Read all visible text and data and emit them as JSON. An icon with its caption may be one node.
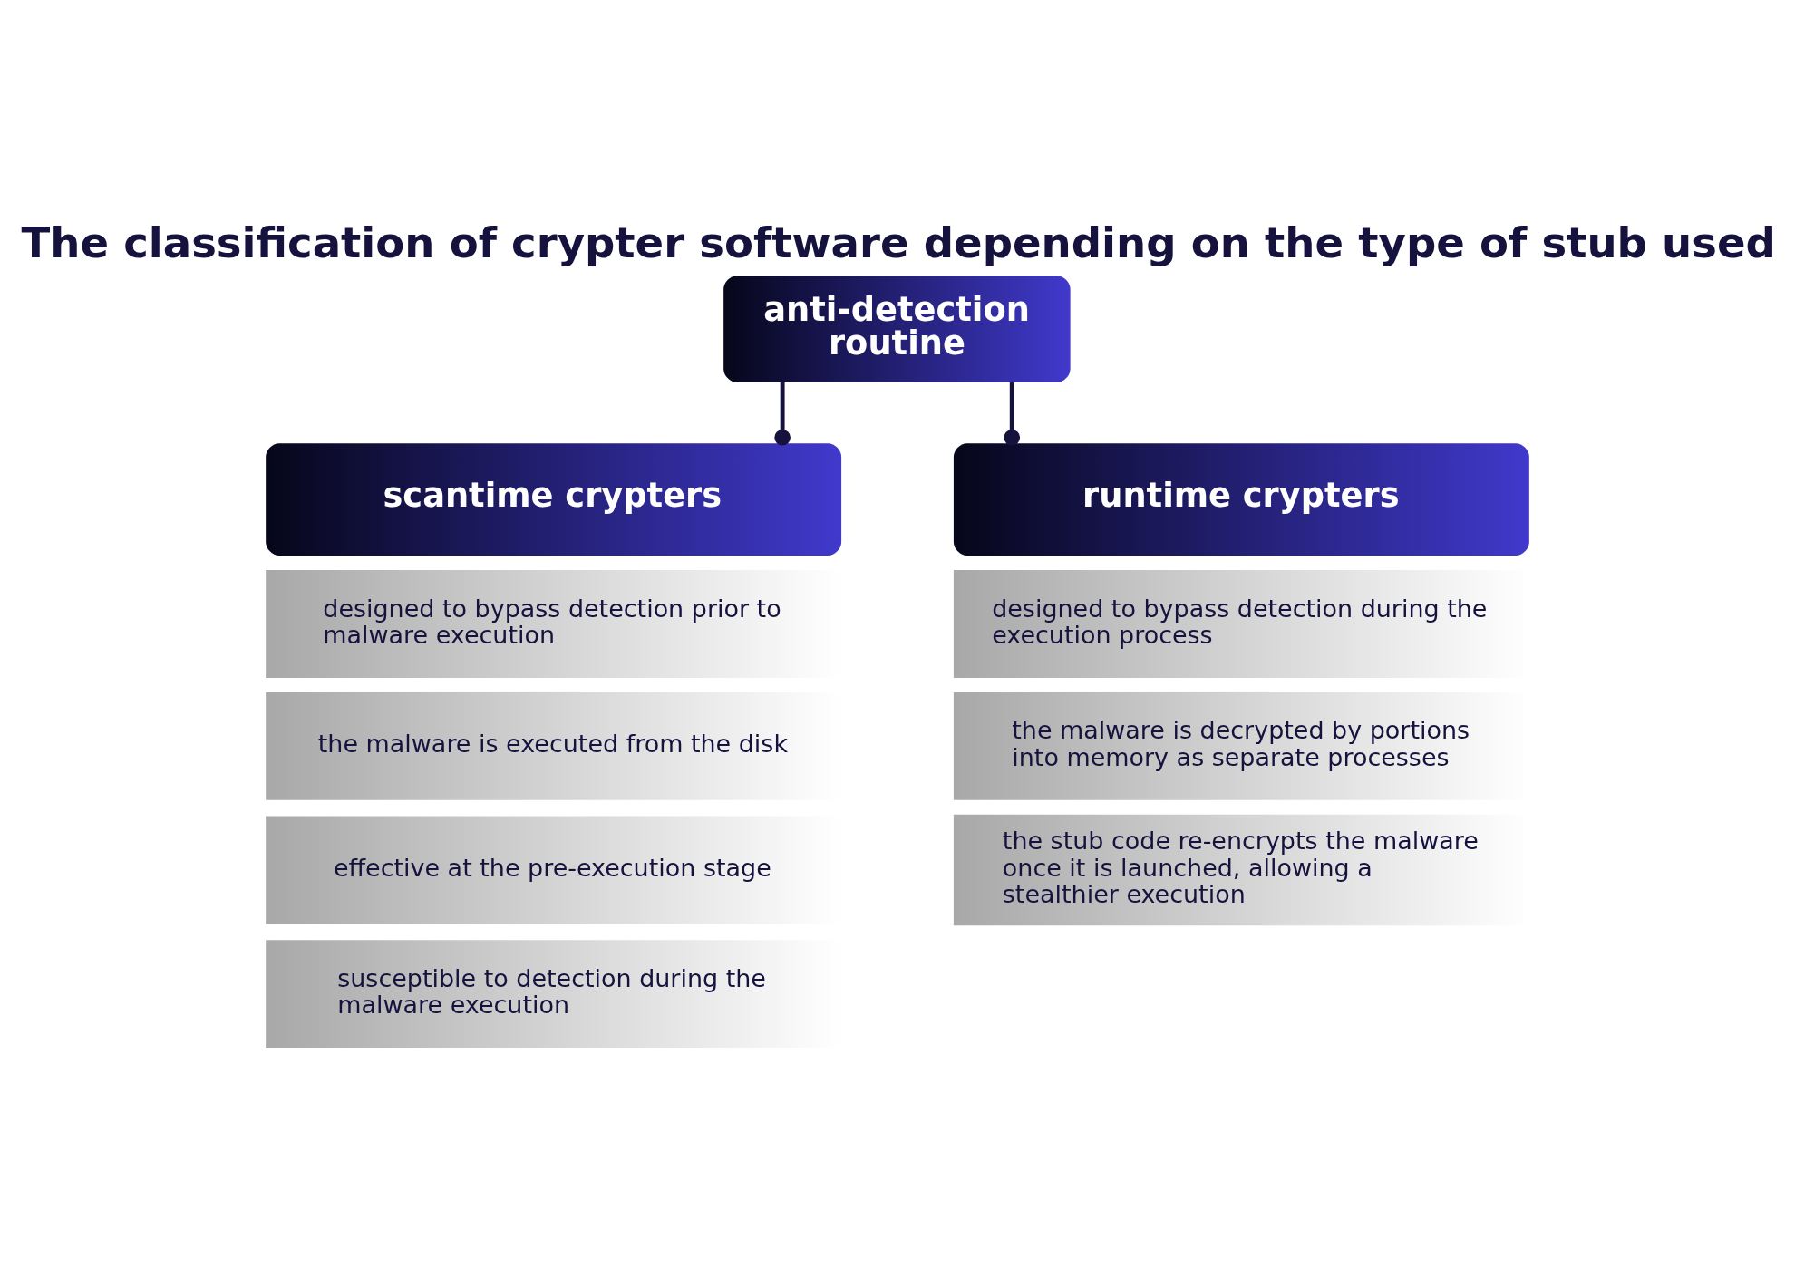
{
  "diagram": {
    "title": "The classification of crypter software depending on the type of stub used",
    "nodes": [
      {
        "text": [
          "anti-detection routine"
        ]
      },
      {
        "text": [
          "scantime crypters"
        ]
      },
      {
        "text": [
          "runtime crypters"
        ]
      },
      {
        "text": [
          "designed to bypass detection prior to malware execution"
        ]
      },
      {
        "text": [
          "the malware is executed from the disk"
        ]
      },
      {
        "text": [
          "effective at the pre-execution stage"
        ]
      },
      {
        "text": [
          "susceptible to detection during the malware execution"
        ]
      },
      {
        "text": [
          "designed to bypass detection during the execution process"
        ]
      },
      {
        "text": [
          "the malware is decrypted by portions into memory as separate processes"
        ]
      },
      {
        "text": [
          "the stub code re-encrypts the malware once it is launched, allowing a stealthier execution"
        ]
      }
    ],
    "edges": [
      {
        "from": 0,
        "to": 1,
        "arrow": "other"
      },
      {
        "from": 0,
        "to": 2,
        "arrow": "other"
      }
    ]
  }
}
